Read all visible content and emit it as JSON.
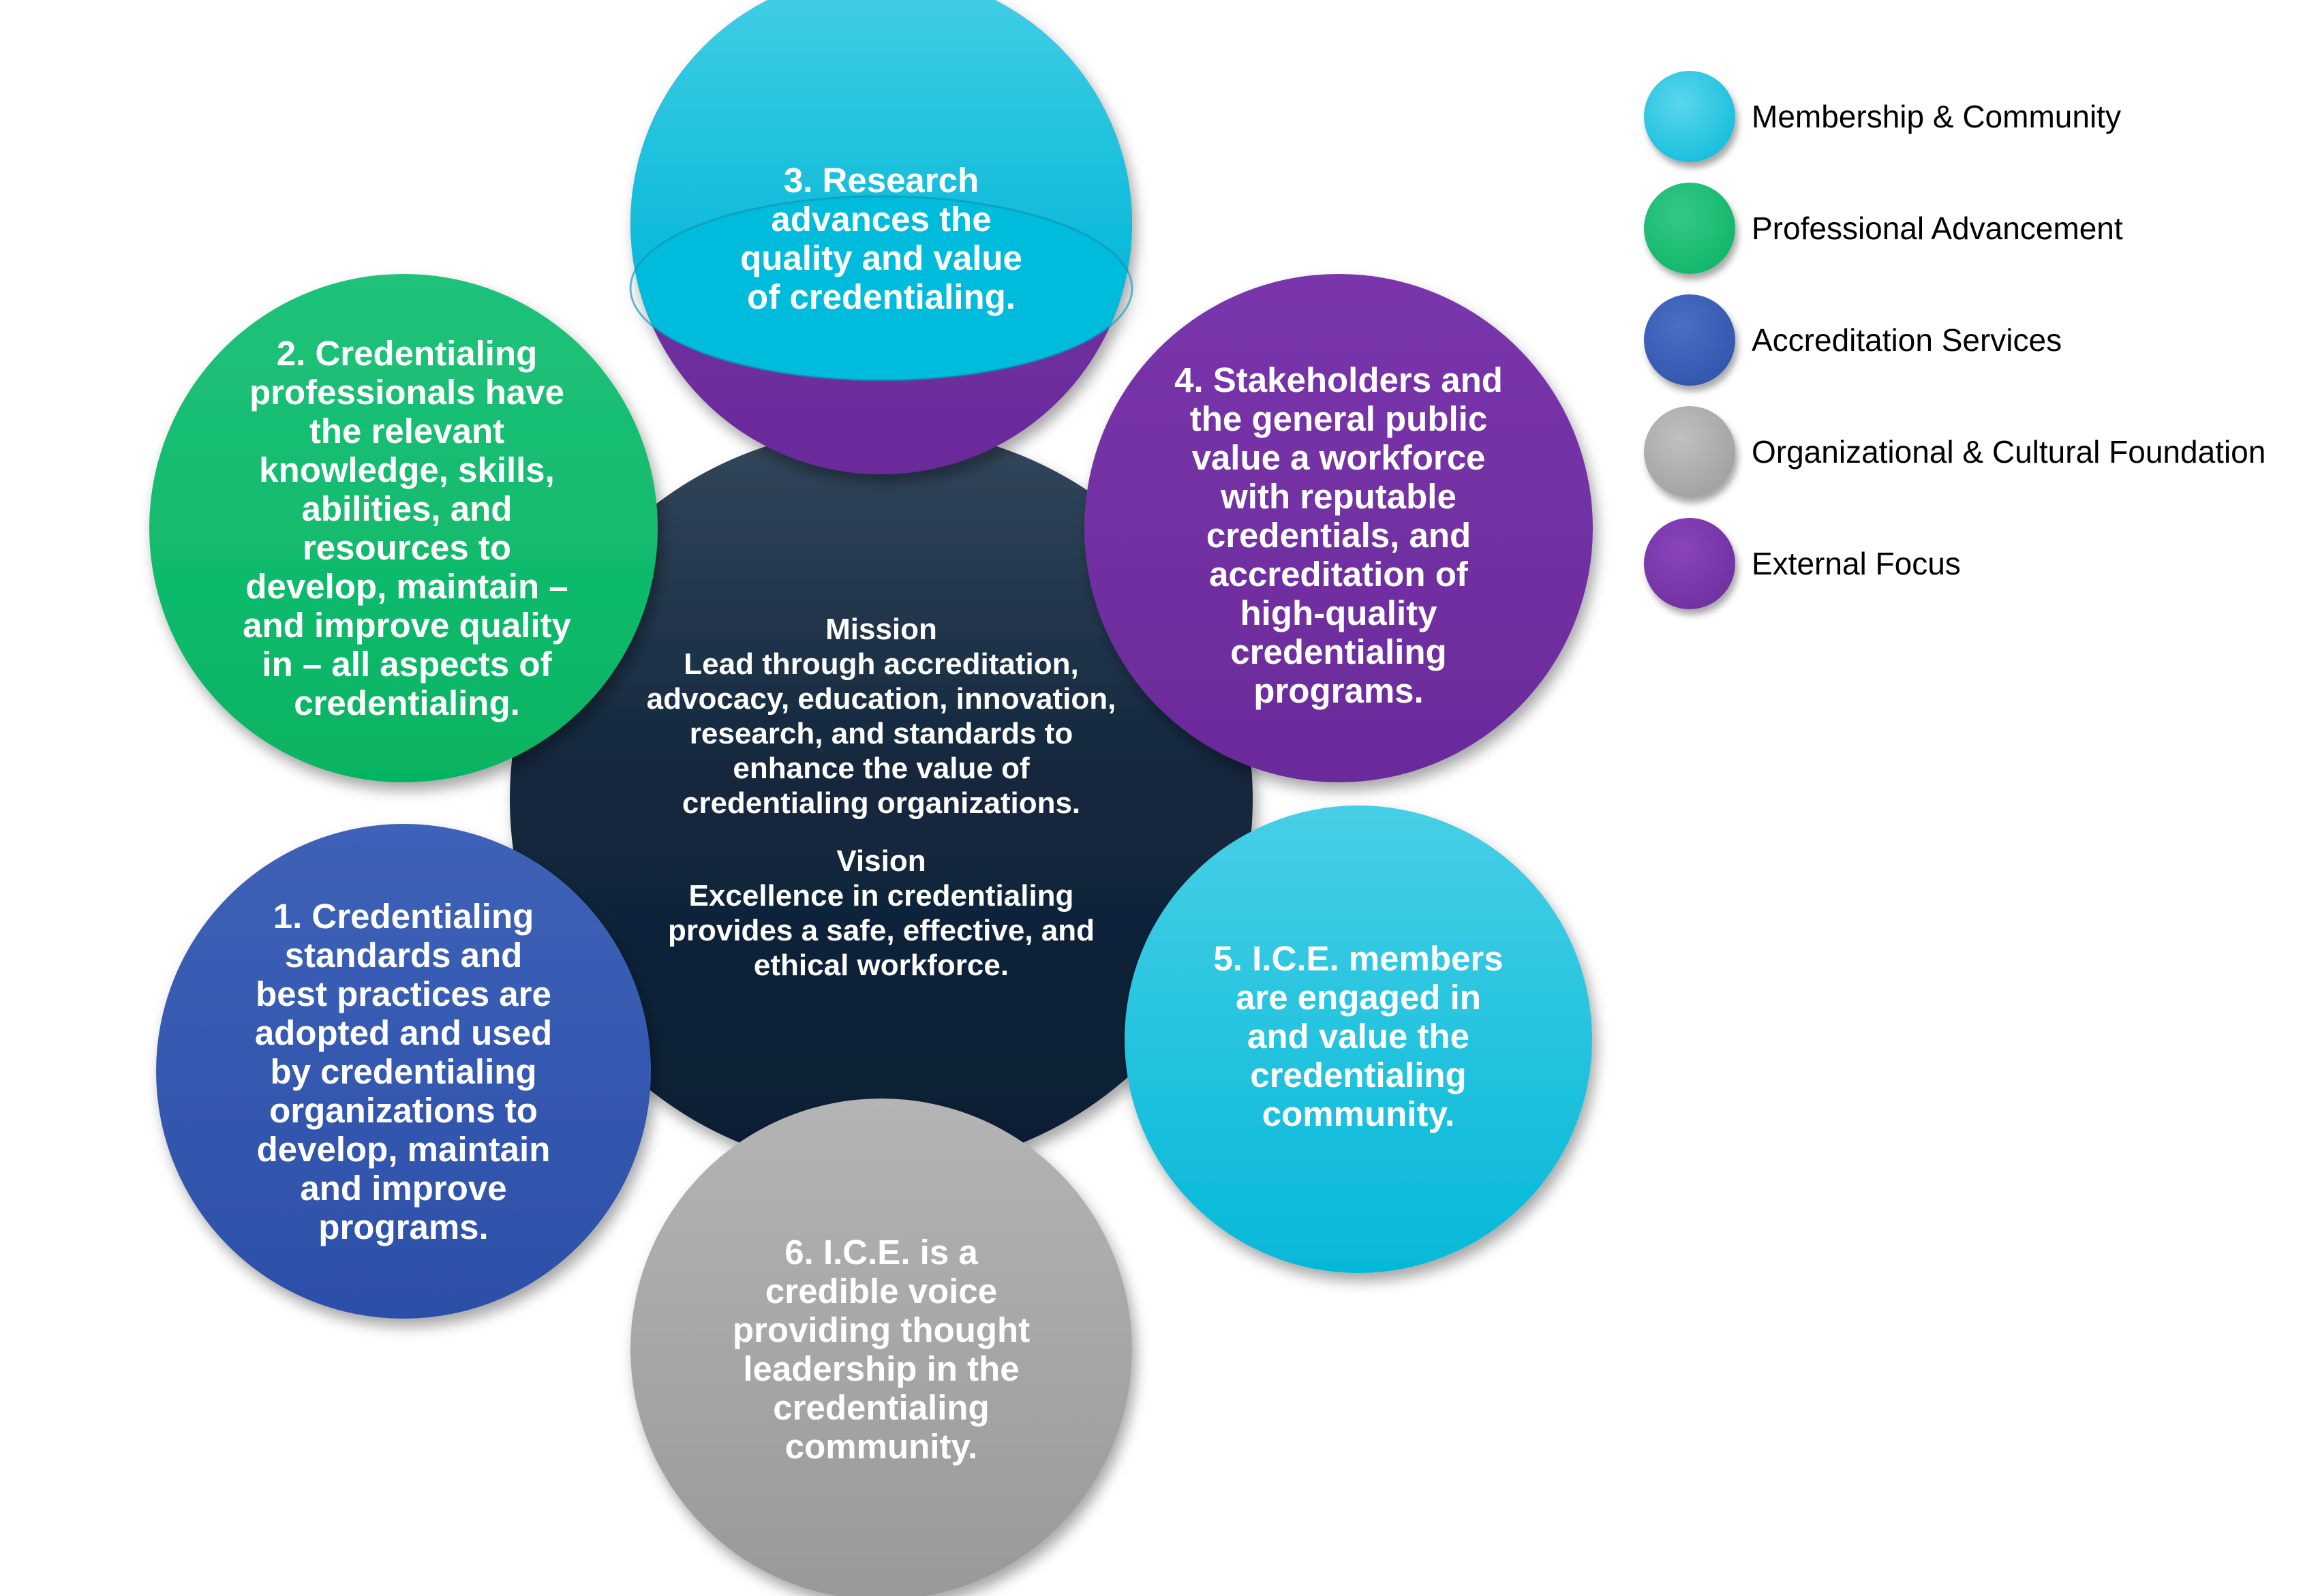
{
  "center": {
    "mission_heading": "Mission",
    "mission_text": [
      "Lead through accreditation,",
      "advocacy, education, innovation,",
      "research, and standards to",
      "enhance the value of",
      "credentialing organizations."
    ],
    "vision_heading": "Vision",
    "vision_text": [
      "Excellence in credentialing",
      "provides a safe, effective, and",
      "ethical workforce."
    ]
  },
  "goals": [
    {
      "lines": [
        "1. Credentialing",
        "standards and",
        "best practices are",
        "adopted and used",
        "by credentialing",
        "organizations to",
        "develop, maintain",
        "and improve",
        "programs."
      ],
      "category": "Accreditation Services"
    },
    {
      "lines": [
        "2. Credentialing",
        "professionals have",
        "the relevant",
        "knowledge, skills,",
        "abilities, and",
        "resources to",
        "develop, maintain –",
        "and improve quality",
        "in – all aspects of",
        "credentialing."
      ],
      "category": "Professional Advancement"
    },
    {
      "lines": [
        "3. Research",
        "advances the",
        "quality and value",
        "of credentialing."
      ],
      "category": "Membership & Community",
      "secondary_category": "External Focus"
    },
    {
      "lines": [
        "4. Stakeholders and",
        "the general public",
        "value a workforce",
        "with reputable",
        "credentials,  and",
        "accreditation of",
        "high-quality",
        "credentialing",
        "programs."
      ],
      "category": "External Focus"
    },
    {
      "lines": [
        "5. I.C.E. members",
        "are engaged in",
        "and value the",
        "credentialing",
        "community."
      ],
      "category": "Membership & Community"
    },
    {
      "lines": [
        "6. I.C.E. is a",
        "credible voice",
        "providing thought",
        "leadership in the",
        "credentialing",
        "community."
      ],
      "category": "Organizational & Cultural Foundation"
    }
  ],
  "legend": [
    {
      "label": "Membership & Community",
      "color": "#22c4e0"
    },
    {
      "label": "Professional Advancement",
      "color": "#16b86e"
    },
    {
      "label": "Accreditation Services",
      "color": "#3559b0"
    },
    {
      "label": "Organizational & Cultural Foundation",
      "color": "#a3a3a3"
    },
    {
      "label": "External Focus",
      "color": "#7030a0"
    }
  ],
  "colors": {
    "center_top": "#33475c",
    "center_bottom": "#0b1e33"
  }
}
